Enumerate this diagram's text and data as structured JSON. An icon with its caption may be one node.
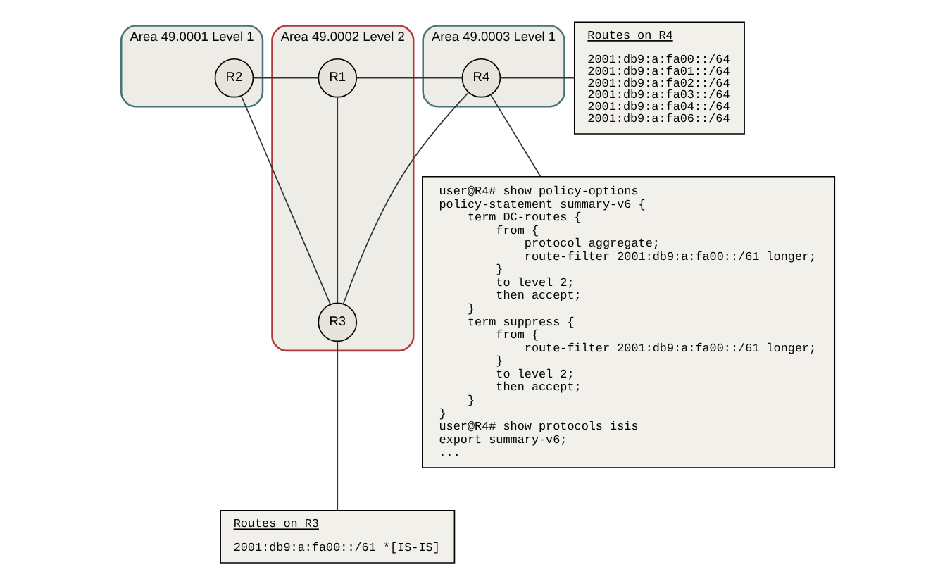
{
  "diagram": {
    "nodes": [
      {
        "text": [
          "Area 49.0001 Level 1"
        ]
      },
      {
        "text": [
          "R2"
        ],
        "in": 0
      },
      {
        "text": [
          "Area 49.0002 Level 2"
        ]
      },
      {
        "text": [
          "R1"
        ],
        "in": 2
      },
      {
        "text": [
          "R3"
        ],
        "in": 2
      },
      {
        "text": [
          "Area 49.0003 Level 1"
        ]
      },
      {
        "text": [
          "R4"
        ],
        "in": 5
      },
      {
        "text": [
          "Routes on R4",
          "2001:db9:a:fa00::/64",
          "2001:db9:a:fa01::/64",
          "2001:db9:a:fa02::/64",
          "2001:db9:a:fa03::/64",
          "2001:db9:a:fa04::/64",
          "2001:db9:a:fa06::/64"
        ]
      },
      {
        "text": [
          "Routes on R3",
          "2001:db9:a:fa00::/61 *[IS-IS]"
        ]
      },
      {
        "text": [
          "user@R4# show policy-options",
          "policy-statement summary-v6 {",
          "term DC-routes {",
          "from {",
          "protocol aggregate;",
          "route-filter 2001:db9:a:fa00::/61 longer;",
          "}",
          "to level 2;",
          "then accept;",
          "}",
          "term suppress {",
          "from {",
          "route-filter 2001:db9:a:fa00::/61 longer;",
          "}",
          "to level 2;",
          "then accept;",
          "}",
          "}",
          "user@R4# show protocols isis",
          "export summary-v6;",
          "..."
        ]
      }
    ],
    "edges": [
      {
        "from": 1,
        "to": 3,
        "arrow": "none"
      },
      {
        "from": 1,
        "to": 4,
        "arrow": "none"
      },
      {
        "from": 3,
        "to": 4,
        "arrow": "none"
      },
      {
        "from": 3,
        "to": 6,
        "arrow": "none"
      },
      {
        "from": 4,
        "to": 6,
        "arrow": "none"
      },
      {
        "from": 6,
        "to": 7,
        "arrow": "none"
      },
      {
        "from": 4,
        "to": 8,
        "arrow": "none"
      },
      {
        "from": 6,
        "to": 9,
        "arrow": "none"
      }
    ]
  }
}
